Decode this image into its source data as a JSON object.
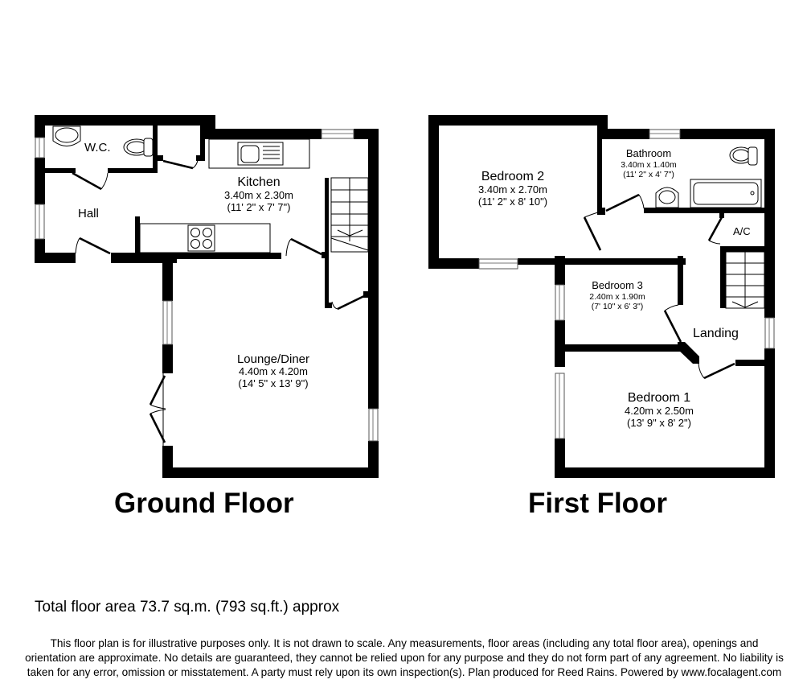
{
  "ground_floor": {
    "title": "Ground Floor",
    "rooms": [
      {
        "name": "W.C.",
        "dims_m": "",
        "dims_ft": ""
      },
      {
        "name": "Hall",
        "dims_m": "",
        "dims_ft": ""
      },
      {
        "name": "Kitchen",
        "dims_m": "3.40m x 2.30m",
        "dims_ft": "(11' 2\" x 7' 7\")"
      },
      {
        "name": "Lounge/Diner",
        "dims_m": "4.40m x 4.20m",
        "dims_ft": "(14' 5\" x 13' 9\")"
      }
    ]
  },
  "first_floor": {
    "title": "First Floor",
    "rooms": [
      {
        "name": "Bedroom 2",
        "dims_m": "3.40m x 2.70m",
        "dims_ft": "(11' 2\" x 8' 10\")"
      },
      {
        "name": "Bathroom",
        "dims_m": "3.40m x 1.40m",
        "dims_ft": "(11' 2\" x 4' 7\")"
      },
      {
        "name": "A/C",
        "dims_m": "",
        "dims_ft": ""
      },
      {
        "name": "Bedroom 3",
        "dims_m": "2.40m x 1.90m",
        "dims_ft": "(7' 10\" x 6' 3\")"
      },
      {
        "name": "Landing",
        "dims_m": "",
        "dims_ft": ""
      },
      {
        "name": "Bedroom 1",
        "dims_m": "4.20m x 2.50m",
        "dims_ft": "(13' 9\" x 8' 2\")"
      }
    ]
  },
  "footer": {
    "total_area": "Total floor area 73.7 sq.m. (793 sq.ft.) approx",
    "disclaimer": "This floor plan is for illustrative purposes only. It is not drawn to scale. Any measurements, floor areas (including any total floor area), openings and orientation are approximate. No details are guaranteed, they cannot be relied upon for any purpose and they do not form part of any agreement. No liability is taken for any error, omission or misstatement. A party must rely upon its own inspection(s). Plan produced for Reed Rains. Powered by www.focalagent.com"
  },
  "colors": {
    "wall": "#000000",
    "background": "#ffffff",
    "window_frame": "#555555"
  }
}
